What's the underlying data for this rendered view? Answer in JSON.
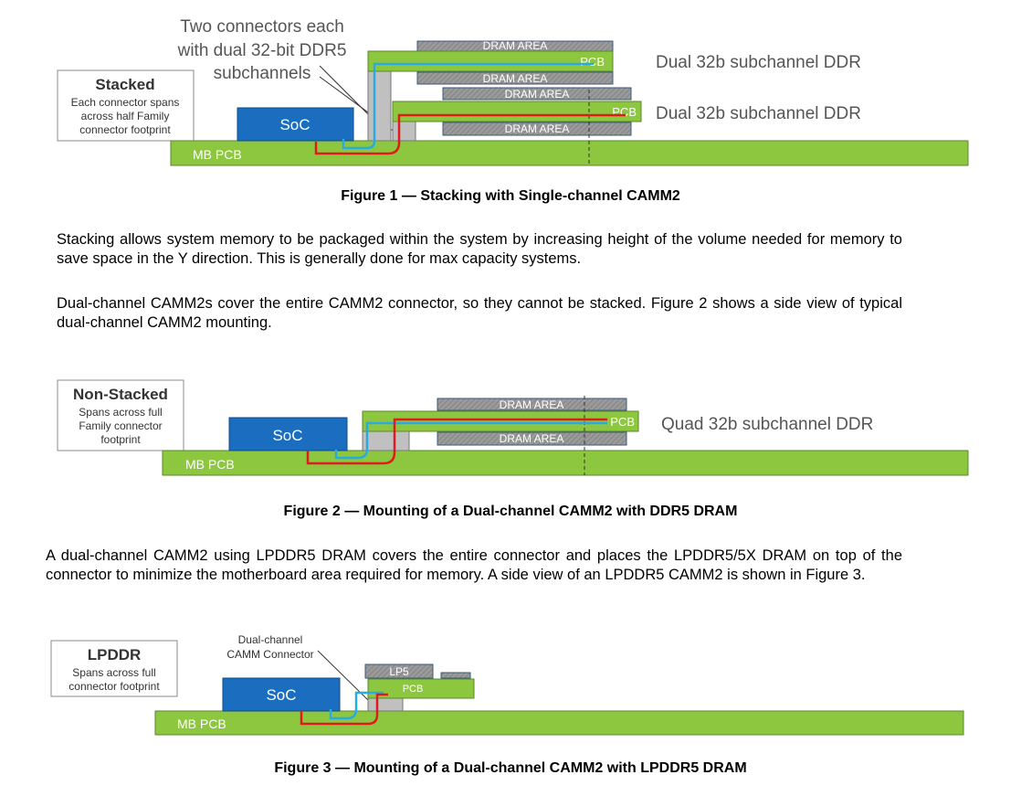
{
  "fig1": {
    "label_title": "Stacked",
    "label_lines": [
      "Each connector spans",
      "across half Family",
      "connector footprint"
    ],
    "callout_lines": [
      "Two connectors each",
      "with dual 32-bit DDR5",
      "subchannels"
    ],
    "soc": "SoC",
    "mb_pcb": "MB PCB",
    "dram_area": "DRAM AREA",
    "pcb": "PCB",
    "side_label_top": "Dual 32b subchannel DDR",
    "side_label_bottom": "Dual 32b subchannel DDR",
    "caption": "Figure 1 — Stacking with Single-channel CAMM2"
  },
  "para1": "Stacking allows system memory to be packaged within the system by increasing height of the volume needed for memory to save space in the Y direction.  This is generally done for max capacity systems.",
  "para2": "Dual-channel CAMM2s cover the entire CAMM2 connector, so they cannot be stacked.  Figure 2 shows a side view of typical dual-channel CAMM2 mounting.",
  "fig2": {
    "label_title": "Non-Stacked",
    "label_lines": [
      "Spans across full",
      "Family connector",
      "footprint"
    ],
    "soc": "SoC",
    "mb_pcb": "MB PCB",
    "dram_area": "DRAM AREA",
    "pcb": "PCB",
    "side_label": "Quad 32b subchannel DDR",
    "caption": "Figure 2 — Mounting of a Dual-channel CAMM2 with DDR5 DRAM"
  },
  "para3": "A dual-channel CAMM2 using LPDDR5 DRAM covers the entire connector and places the LPDDR5/5X DRAM on top of the connector to minimize the motherboard area required for memory.  A side view of an LPDDR5 CAMM2 is shown in Figure 3.",
  "fig3": {
    "label_title": "LPDDR",
    "label_lines": [
      "Spans across full",
      "connector footprint"
    ],
    "callout_lines": [
      "Dual-channel",
      "CAMM Connector"
    ],
    "soc": "SoC",
    "mb_pcb": "MB PCB",
    "lp5": "LP5",
    "pcb": "PCB",
    "caption": "Figure 3 — Mounting of a Dual-channel CAMM2 with LPDDR5 DRAM"
  },
  "colors": {
    "green": "#8dc63f",
    "soc_blue": "#1a6dbf",
    "dram_grey": "#a6a6a6",
    "connector_grey": "#c0c0c0",
    "trace_blue": "#29abe2",
    "trace_red": "#e01b1b"
  }
}
